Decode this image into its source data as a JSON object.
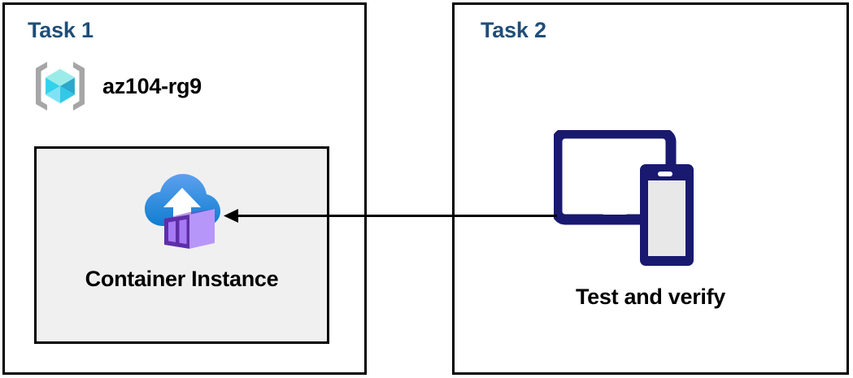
{
  "diagram": {
    "title": "Azure container instance task diagram",
    "background_color": "#ffffff",
    "panel_border_color": "#000000",
    "accent_color": "#1F4E79",
    "inner_box_fill": "#f0f0f0",
    "device_color": "#191970",
    "connector_color": "#000000"
  },
  "panels": [
    {
      "id": "task1",
      "title": "Task 1",
      "resource_group": {
        "icon": "resource-group-icon",
        "label": "az104-rg9"
      },
      "resource": {
        "icon": "container-instance-icon",
        "label": "Container Instance"
      }
    },
    {
      "id": "task2",
      "title": "Task 2",
      "resource": {
        "icon": "devices-icon",
        "label": "Test and verify"
      }
    }
  ],
  "connector": {
    "name": "arrow-task2-to-container-instance",
    "direction": "left",
    "label": ""
  }
}
